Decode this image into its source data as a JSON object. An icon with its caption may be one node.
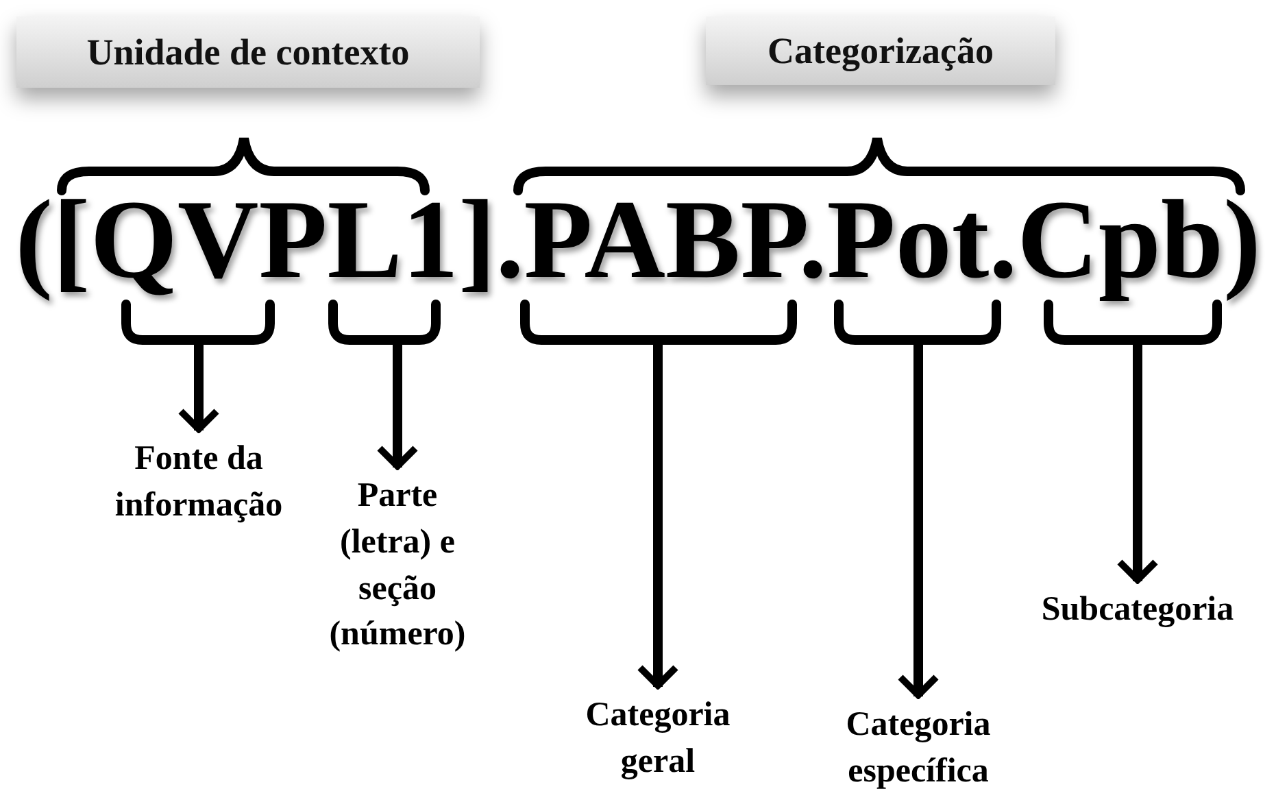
{
  "diagram": {
    "nodes": [
      {
        "text": [
          "Unidade de contexto"
        ]
      },
      {
        "text": [
          "Categorização"
        ]
      },
      {
        "text": [
          "Fonte da informação"
        ]
      },
      {
        "text": [
          "Parte (letra) e seção (número)"
        ]
      },
      {
        "text": [
          "Categoria geral"
        ]
      },
      {
        "text": [
          "Categoria específica"
        ]
      },
      {
        "text": [
          "Subcategoria"
        ]
      }
    ],
    "edges": [
      {
        "from": null,
        "to": 2,
        "arrow": "to"
      },
      {
        "from": null,
        "to": 3,
        "arrow": "to"
      },
      {
        "from": null,
        "to": 4,
        "arrow": "to"
      },
      {
        "from": null,
        "to": 5,
        "arrow": "to"
      },
      {
        "from": null,
        "to": 6,
        "arrow": "to"
      }
    ],
    "labels": [
      "([QVPL1].PABP.Pot.Cpb)"
    ]
  }
}
